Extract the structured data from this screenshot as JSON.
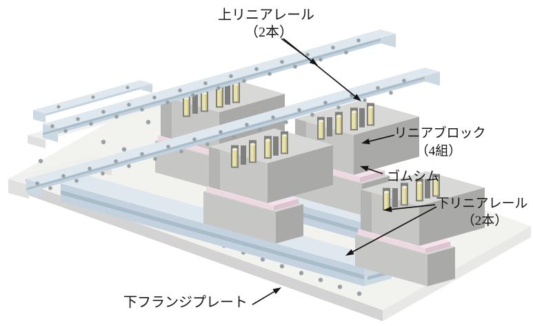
{
  "diagram": {
    "labels": {
      "upper_rail": {
        "line1": "上リニアレール",
        "line2": "（2本）"
      },
      "linear_block": {
        "line1": "リニアブロック",
        "line2": "（4組）"
      },
      "rubber_shim": {
        "text": "ゴムシム"
      },
      "lower_rail": {
        "line1": "下リニアレール",
        "line2": "（2本）"
      },
      "flange_plate": {
        "text": "下フランジプレート"
      }
    },
    "parts_depicted": [
      {
        "name": "upper-linear-rail",
        "label": "上リニアレール",
        "quantity_note": "（2本）"
      },
      {
        "name": "linear-block",
        "label": "リニアブロック",
        "quantity_note": "（4組）"
      },
      {
        "name": "rubber-shim",
        "label": "ゴムシム"
      },
      {
        "name": "lower-linear-rail",
        "label": "下リニアレール",
        "quantity_note": "（2本）"
      },
      {
        "name": "lower-flange-plate",
        "label": "下フランジプレート"
      }
    ],
    "colors": {
      "background": "#ffffff",
      "ink": "#151515",
      "railTop": "#dfe8ee",
      "railSide": "#c3d2de",
      "railCap": "#cdd9e2",
      "railGroove": "#a9bcca",
      "plateTop": "#f2f2ef",
      "plateFrontL": "#d2d3d2",
      "plateFrontR": "#e8e8e6",
      "plateCap": "#e0e0de",
      "whitePieceTop": "#f0f0ee",
      "whitePieceFront": "#d9d9d7",
      "blockTop": "#d8d8d6",
      "blockFront": "#c6c6c4",
      "blockSide": "#a9a9a7",
      "blockInner": "#b4b4b2",
      "slot": "#7f7f7d",
      "pin": "#e8e2a8",
      "pinLight": "#f2edd2",
      "pinShade": "#cfc787",
      "shimTop": "#f4e3ea",
      "shimFront": "#eed9e2",
      "shimSide": "#dcc3cf",
      "hole": "#98a0a7"
    }
  }
}
